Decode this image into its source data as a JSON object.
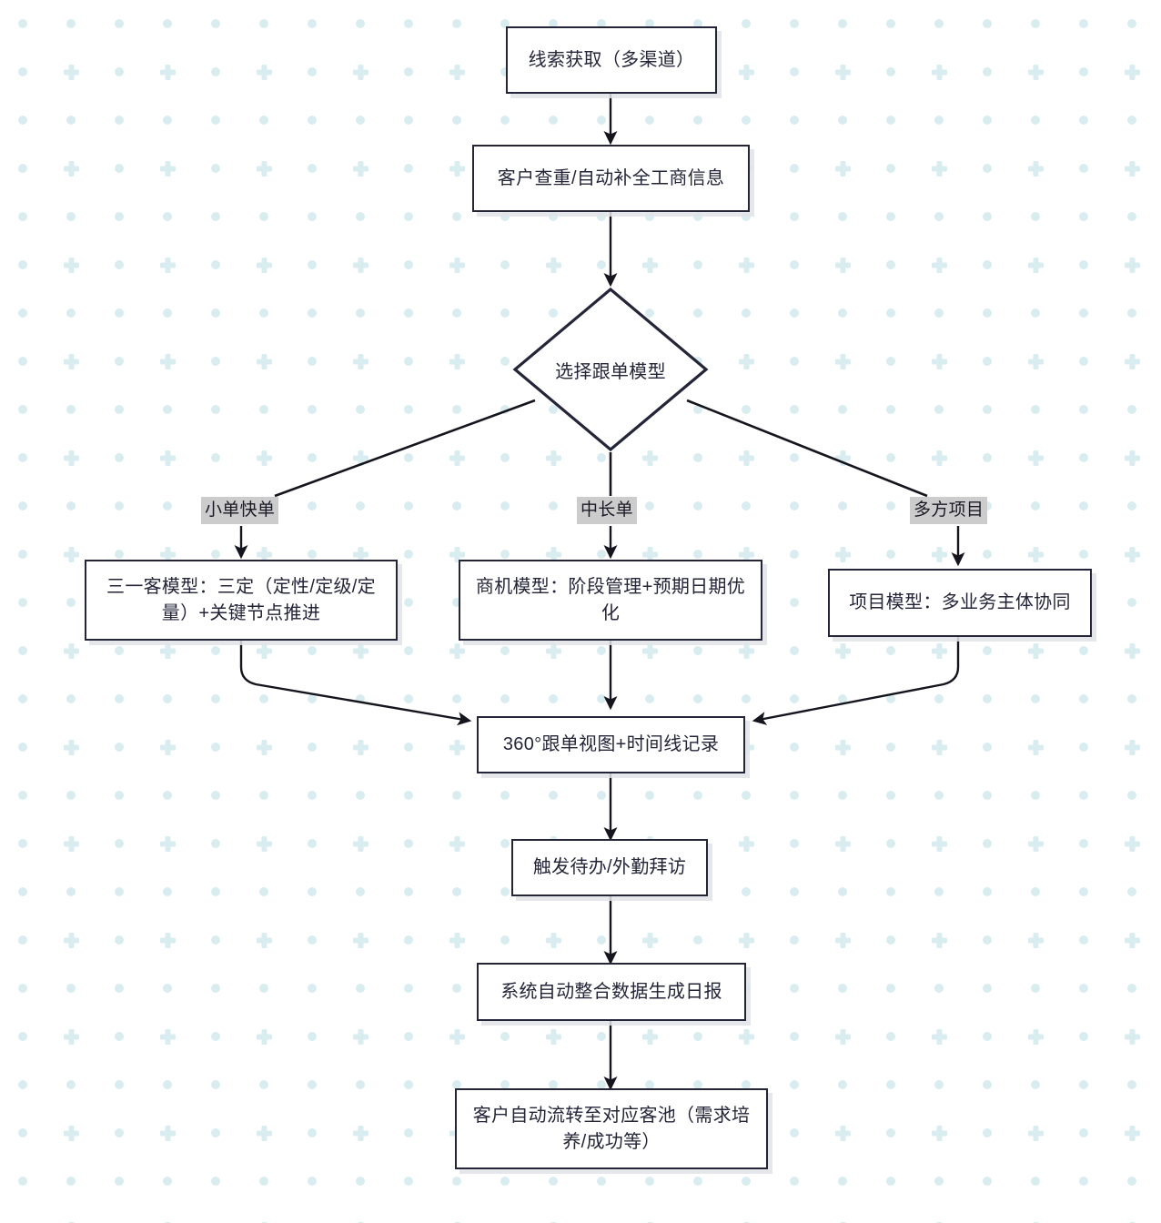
{
  "diagram": {
    "type": "flowchart",
    "orientation": "top-to-bottom",
    "title_text": "",
    "palette": {
      "node_border": "#25253a",
      "node_fill": "#ffffff",
      "node_shadow": "#e1e3e7",
      "edge_stroke": "#15151f",
      "edge_label_bg": "#cccccc",
      "background": "#ffffff",
      "pattern_color": "#d9edf0"
    },
    "nodes": [
      {
        "id": "n1",
        "shape": "rect",
        "label": "线索获取（多渠道）"
      },
      {
        "id": "n2",
        "shape": "rect",
        "label": "客户查重/自动补全工商信息"
      },
      {
        "id": "n3",
        "shape": "diamond",
        "label": "选择跟单模型"
      },
      {
        "id": "n4",
        "shape": "rect",
        "label": "三一客模型：三定（定性/定级/定量）+关键节点推进"
      },
      {
        "id": "n5",
        "shape": "rect",
        "label": "商机模型：阶段管理+预期日期优化"
      },
      {
        "id": "n6",
        "shape": "rect",
        "label": "项目模型：多业务主体协同"
      },
      {
        "id": "n7",
        "shape": "rect",
        "label": "360°跟单视图+时间线记录"
      },
      {
        "id": "n8",
        "shape": "rect",
        "label": "触发待办/外勤拜访"
      },
      {
        "id": "n9",
        "shape": "rect",
        "label": "系统自动整合数据生成日报"
      },
      {
        "id": "n10",
        "shape": "rect",
        "label": "客户自动流转至对应客池（需求培养/成功等）"
      }
    ],
    "edges": [
      {
        "from": "n1",
        "to": "n2",
        "label": ""
      },
      {
        "from": "n2",
        "to": "n3",
        "label": ""
      },
      {
        "from": "n3",
        "to": "n4",
        "label": "小单快单"
      },
      {
        "from": "n3",
        "to": "n5",
        "label": "中长单"
      },
      {
        "from": "n3",
        "to": "n6",
        "label": "多方项目"
      },
      {
        "from": "n4",
        "to": "n7",
        "label": ""
      },
      {
        "from": "n5",
        "to": "n7",
        "label": ""
      },
      {
        "from": "n6",
        "to": "n7",
        "label": ""
      },
      {
        "from": "n7",
        "to": "n8",
        "label": ""
      },
      {
        "from": "n8",
        "to": "n9",
        "label": ""
      },
      {
        "from": "n9",
        "to": "n10",
        "label": ""
      }
    ]
  }
}
